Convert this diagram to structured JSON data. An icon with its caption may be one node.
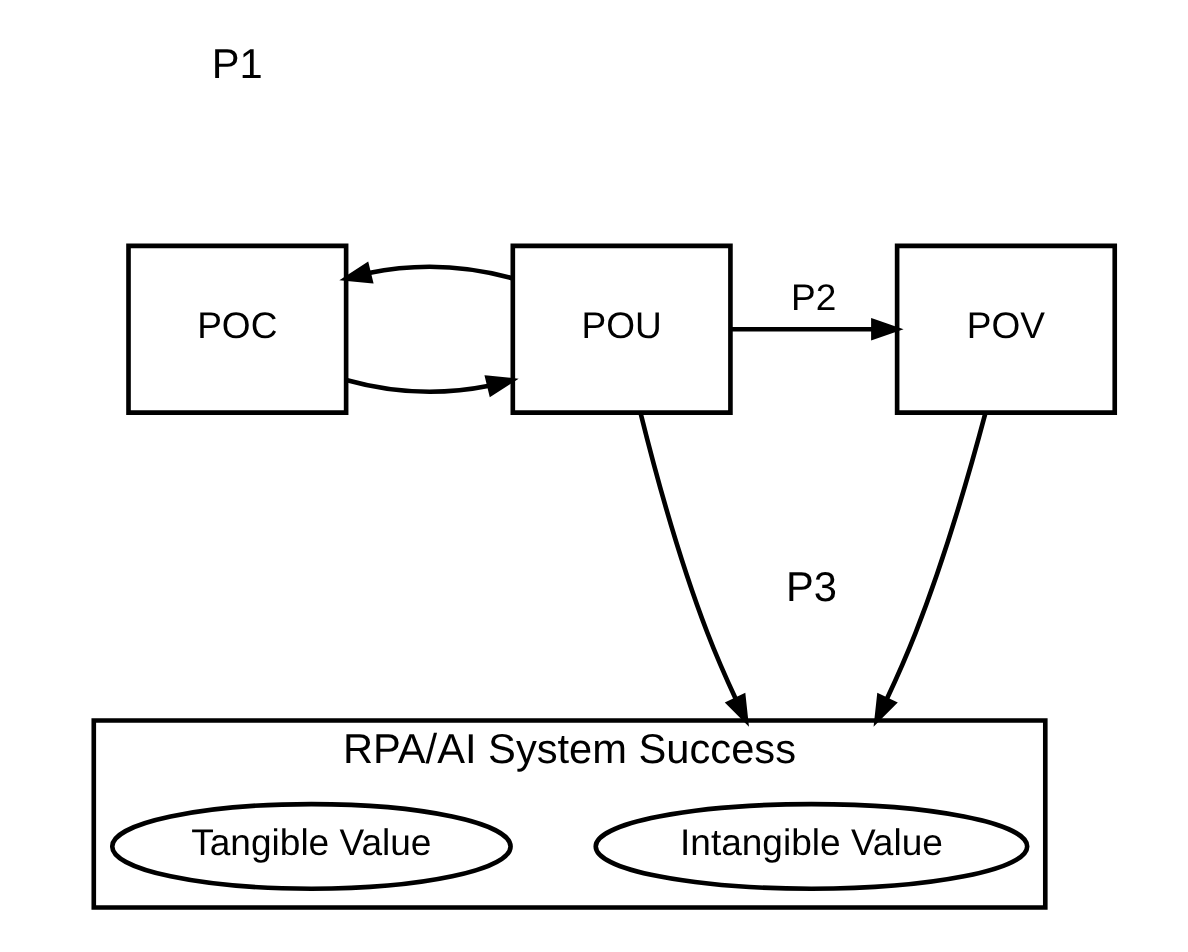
{
  "diagram": {
    "nodes": [
      {
        "text": [
          "POC"
        ]
      },
      {
        "text": [
          "POU"
        ]
      },
      {
        "text": [
          "POV"
        ]
      },
      {
        "text": [
          "RPA/AI System Success"
        ]
      },
      {
        "text": [
          "Intangible Value"
        ],
        "in": 3
      },
      {
        "text": [
          "Tangible Value"
        ],
        "in": 3
      }
    ],
    "edges": [
      {
        "from": 0,
        "to": 1,
        "arrow": "to"
      },
      {
        "from": 1,
        "to": 0,
        "arrow": "to"
      },
      {
        "from": 1,
        "to": 2,
        "arrow": "to",
        "label": "P2"
      },
      {
        "from": 1,
        "to": 3,
        "arrow": "to"
      },
      {
        "from": 2,
        "to": 3,
        "arrow": "to"
      }
    ],
    "labels": [
      "P1",
      "P3"
    ]
  }
}
